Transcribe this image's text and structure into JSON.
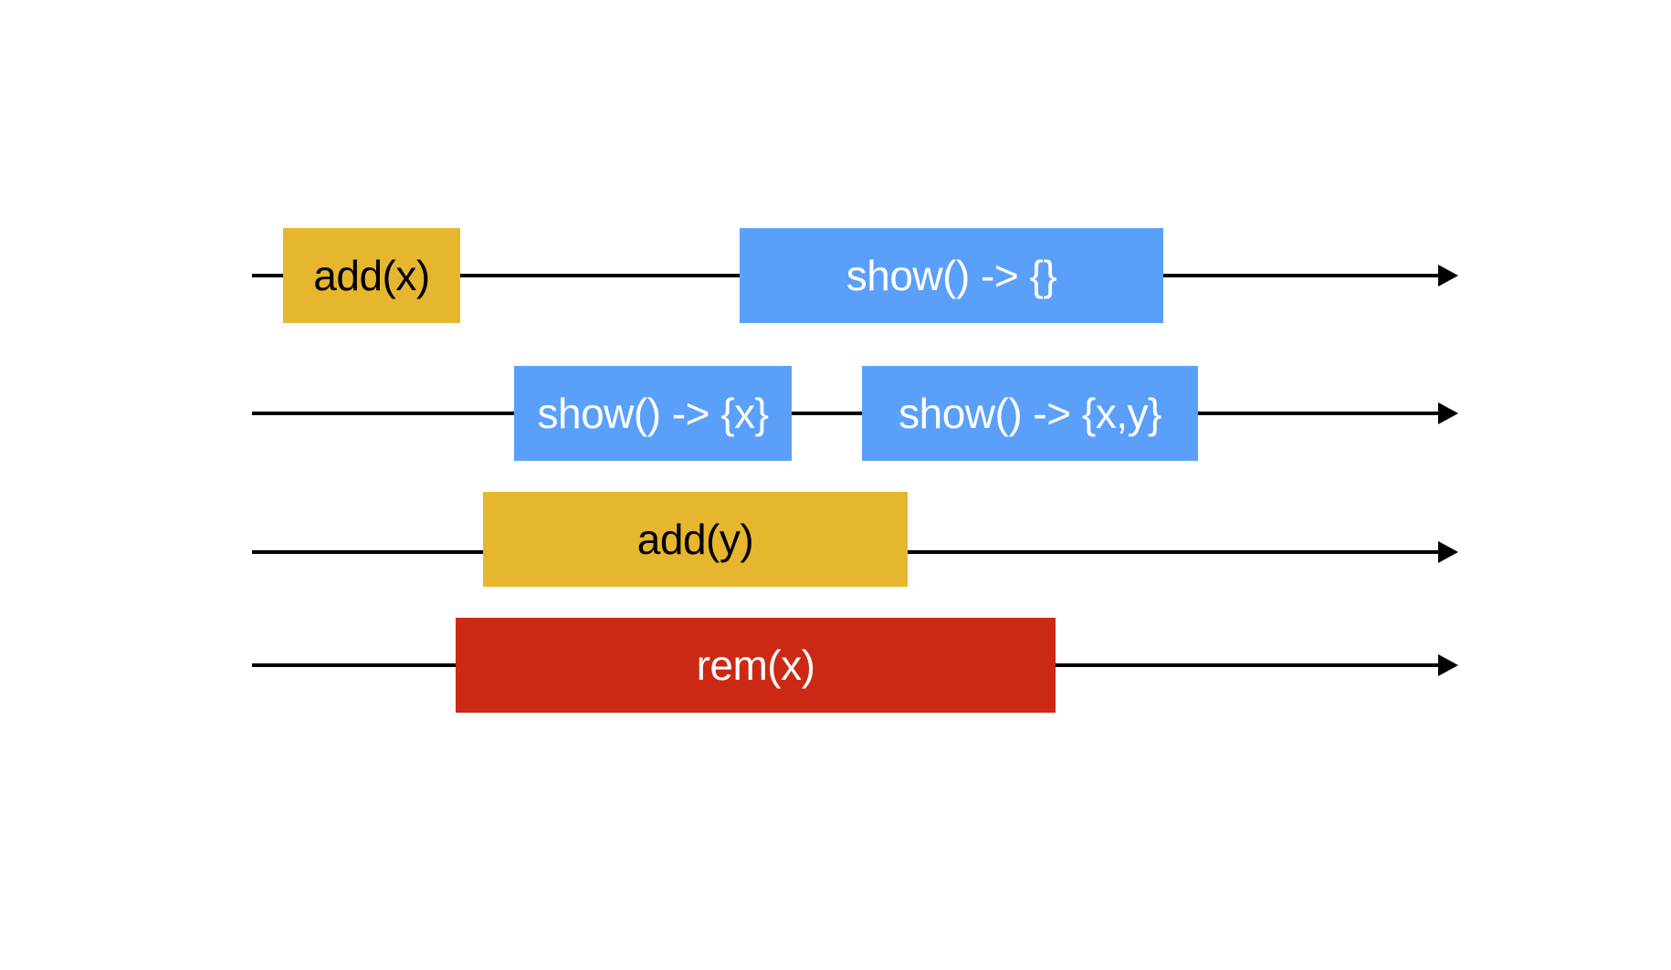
{
  "colors": {
    "add": "#E6B62E",
    "show": "#5AA0FA",
    "remove": "#CC2914",
    "line": "#000000",
    "background": "#FFFFFF"
  },
  "timelines": [
    {
      "operations": [
        {
          "label": "add(x)",
          "kind": "add"
        },
        {
          "label": "show() -> {}",
          "kind": "show"
        }
      ]
    },
    {
      "operations": [
        {
          "label": "show() -> {x}",
          "kind": "show"
        },
        {
          "label": "show() -> {x,y}",
          "kind": "show"
        }
      ]
    },
    {
      "operations": [
        {
          "label": "add(y)",
          "kind": "add"
        }
      ]
    },
    {
      "operations": [
        {
          "label": "rem(x)",
          "kind": "remove"
        }
      ]
    }
  ]
}
